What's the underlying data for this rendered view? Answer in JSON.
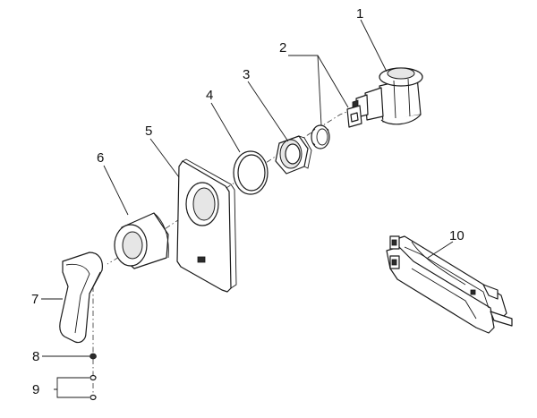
{
  "callouts": [
    {
      "id": "c1",
      "label": "1"
    },
    {
      "id": "c2",
      "label": "2"
    },
    {
      "id": "c3",
      "label": "3"
    },
    {
      "id": "c4",
      "label": "4"
    },
    {
      "id": "c5",
      "label": "5"
    },
    {
      "id": "c6",
      "label": "6"
    },
    {
      "id": "c7",
      "label": "7"
    },
    {
      "id": "c8",
      "label": "8"
    },
    {
      "id": "c9",
      "label": "9"
    },
    {
      "id": "c10",
      "label": "10"
    }
  ],
  "plate_mark": "",
  "colors": {
    "line": "#1a1a1a",
    "background": "#ffffff",
    "shade": "#e6e6e6"
  }
}
